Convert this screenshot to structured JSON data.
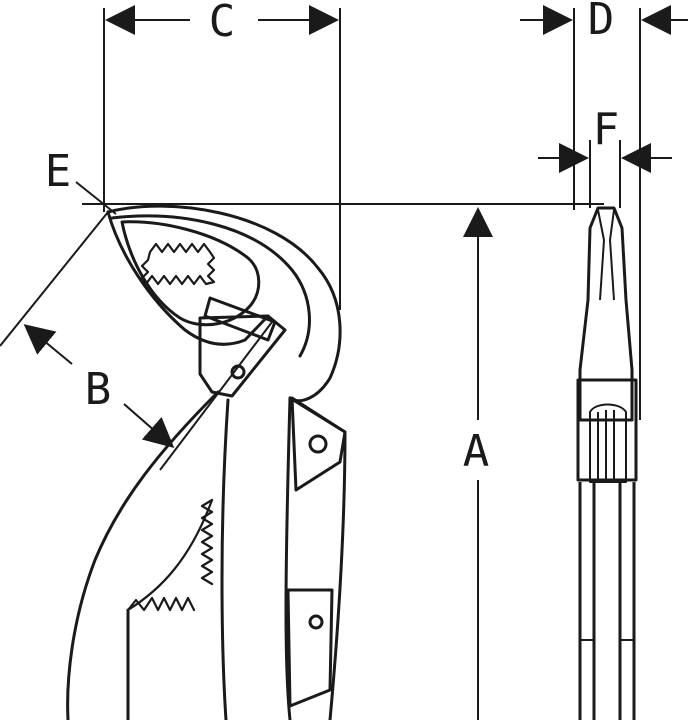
{
  "labels": {
    "a": "A",
    "b": "B",
    "c": "C",
    "d": "D",
    "e": "E",
    "f": "F"
  },
  "colors": {
    "ink": "#1a1a1a",
    "paper": "#ffffff"
  }
}
